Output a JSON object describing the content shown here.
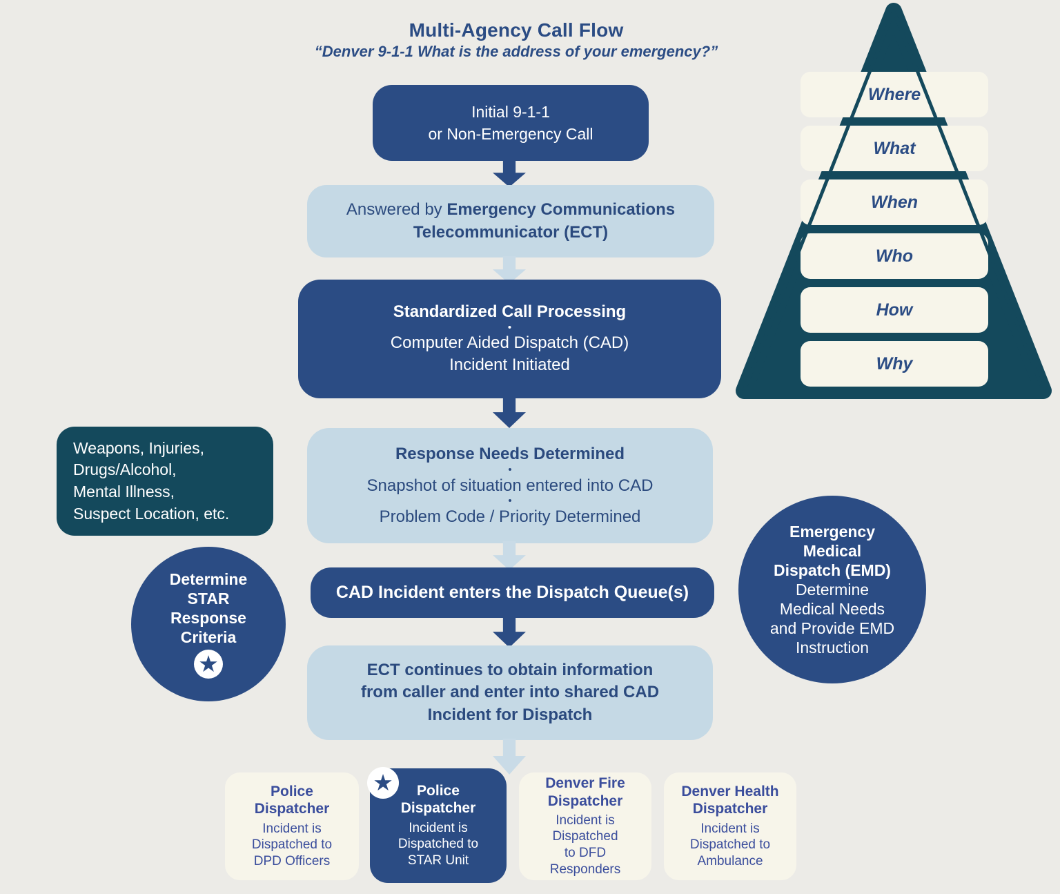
{
  "header": {
    "title": "Multi-Agency Call Flow",
    "subtitle": "“Denver 9-1-1 What is the address of your emergency?”"
  },
  "flow": {
    "initial_call": "Initial 9-1-1\nor Non-Emergency Call",
    "answered_by": {
      "prefix": "Answered by ",
      "emphasis": "Emergency Communications Telecommunicator (ECT)"
    },
    "call_processing": {
      "title": "Standardized Call Processing",
      "separator": "•",
      "body": "Computer Aided Dispatch (CAD)\nIncident Initiated"
    },
    "response_needs": {
      "title": "Response Needs Determined",
      "separator": "•",
      "line1": "Snapshot of situation entered into CAD",
      "line2": "Problem Code / Priority Determined"
    },
    "dispatch_queue": "CAD Incident enters the Dispatch Queue(s)",
    "ect_continues": "ECT continues to obtain information\nfrom caller and enter into shared CAD\nIncident for Dispatch"
  },
  "side_notes": {
    "weapons": "Weapons, Injuries,\nDrugs/Alcohol,\nMental Illness,\nSuspect Location, etc.",
    "star_criteria": "Determine\nSTAR\nResponse\nCriteria",
    "emd": {
      "title": "Emergency\nMedical\nDispatch (EMD)",
      "body": "Determine\nMedical Needs\nand Provide EMD\nInstruction"
    }
  },
  "pyramid": {
    "levels": [
      "Where",
      "What",
      "When",
      "Who",
      "How",
      "Why"
    ]
  },
  "dispatchers": [
    {
      "title": "Police\nDispatcher",
      "body": "Incident is\nDispatched to\nDPD Officers"
    },
    {
      "title": "Police\nDispatcher",
      "body": "Incident is\nDispatched to\nSTAR Unit"
    },
    {
      "title": "Denver Fire\nDispatcher",
      "body": "Incident is\nDispatched\nto DFD\nResponders"
    },
    {
      "title": "Denver Health\nDispatcher",
      "body": "Incident is\nDispatched to\nAmbulance"
    }
  ],
  "icons": {
    "star": "★"
  },
  "colors": {
    "dark_blue": "#2B4C84",
    "light_blue": "#C5D9E5",
    "teal": "#14495C",
    "cream": "#F7F5EA",
    "background": "#ECEBE7",
    "text_blue": "#2B4A7E",
    "dispatcher_text": "#3A4D9C"
  }
}
